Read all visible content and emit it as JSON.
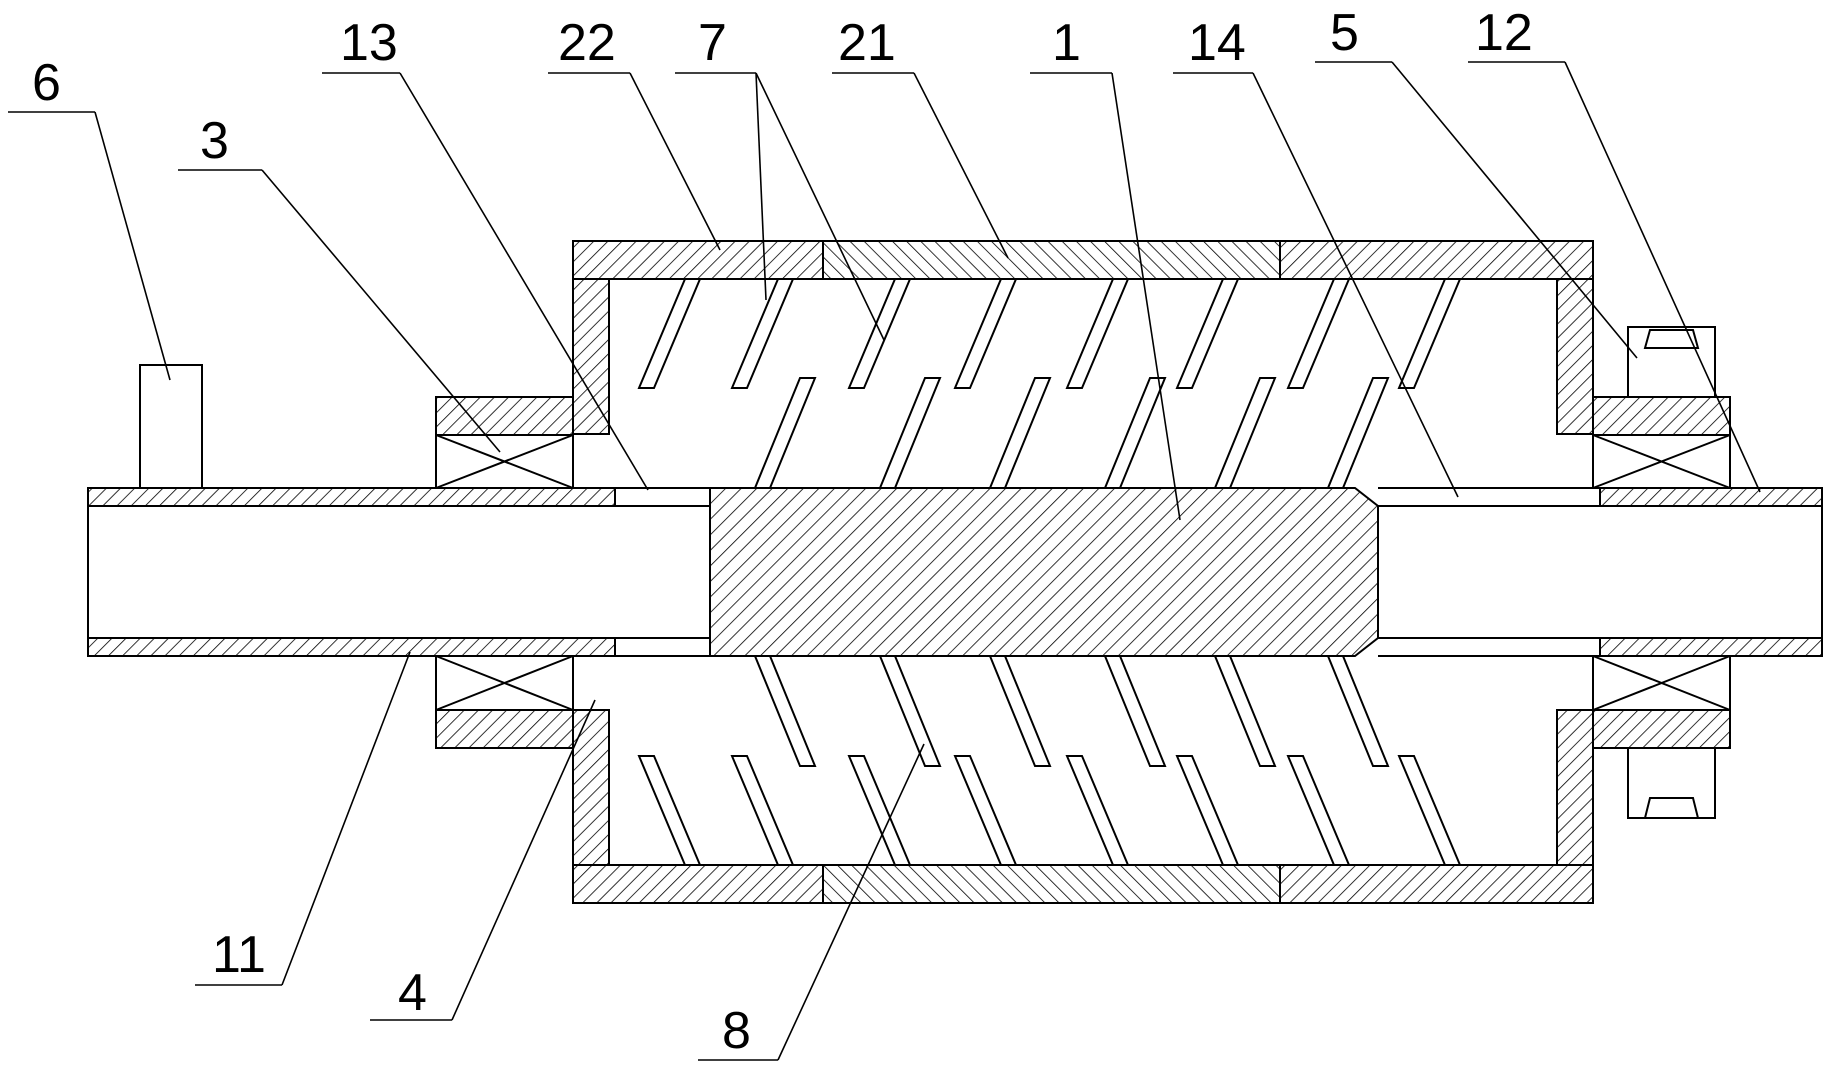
{
  "labels": {
    "l6": "6",
    "l3": "3",
    "l13": "13",
    "l22": "22",
    "l7": "7",
    "l21": "21",
    "l1": "1",
    "l14": "14",
    "l5": "5",
    "l12": "12",
    "l11": "11",
    "l4": "4",
    "l8": "8"
  },
  "colors": {
    "stroke": "#000000",
    "background": "#ffffff"
  }
}
